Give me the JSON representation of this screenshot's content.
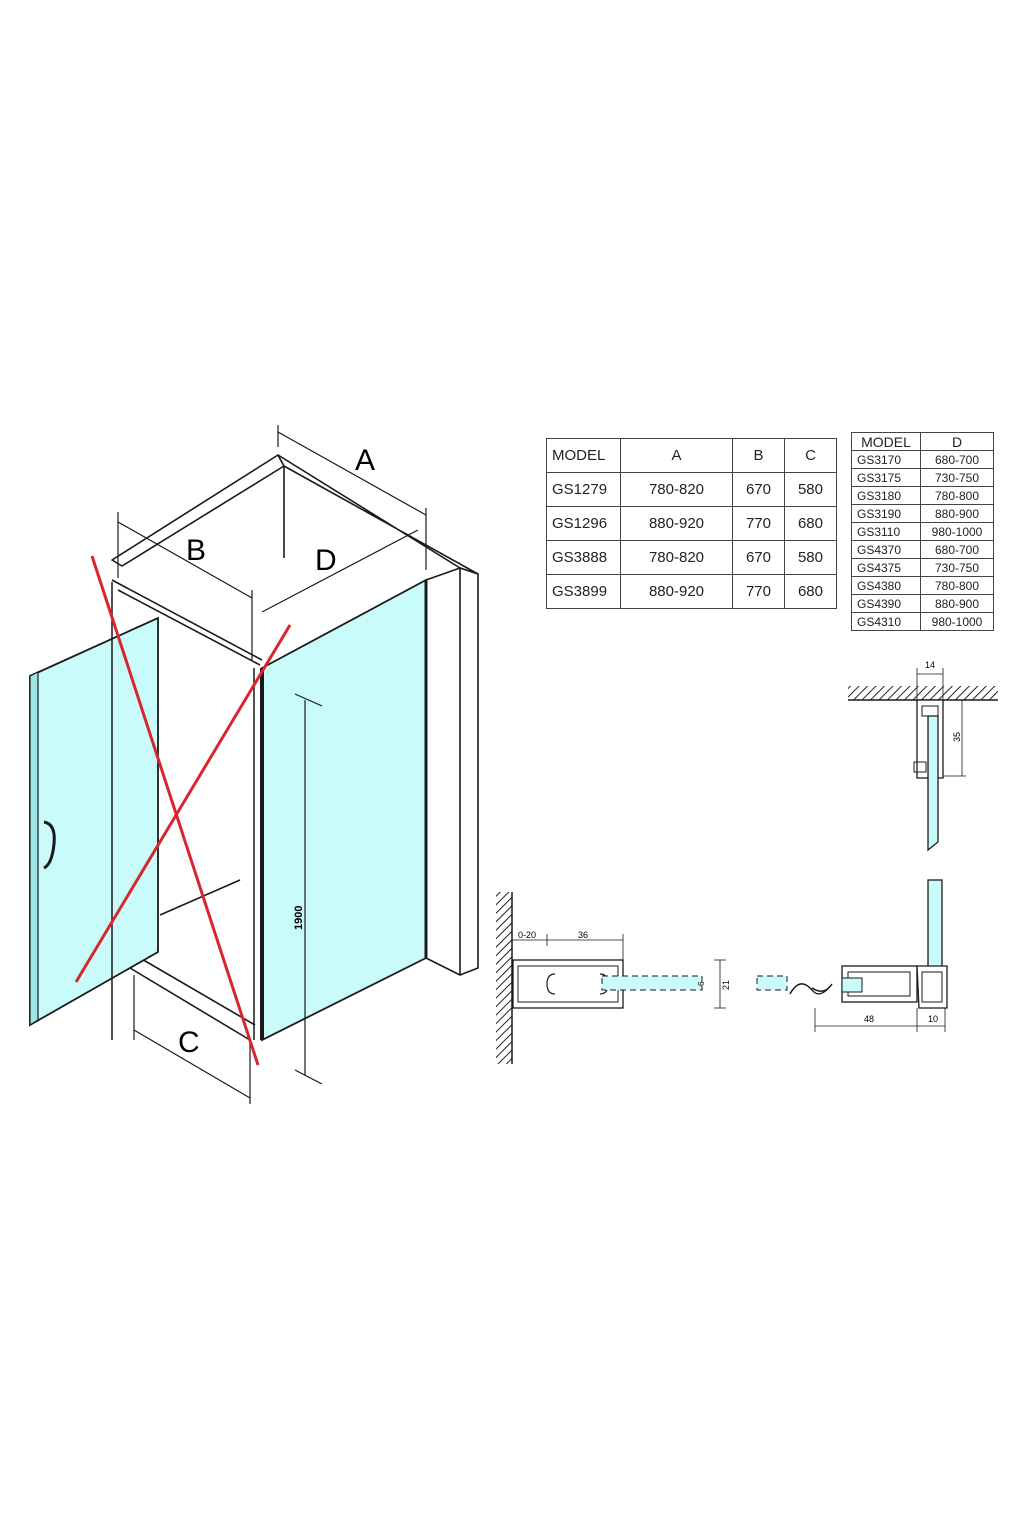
{
  "dimension_labels": {
    "A": "A",
    "B": "B",
    "C": "C",
    "D": "D",
    "height": "1900"
  },
  "table_main": {
    "headers": [
      "MODEL",
      "A",
      "B",
      "C"
    ],
    "rows": [
      [
        "GS1279",
        "780-820",
        "670",
        "580"
      ],
      [
        "GS1296",
        "880-920",
        "770",
        "680"
      ],
      [
        "GS3888",
        "780-820",
        "670",
        "580"
      ],
      [
        "GS3899",
        "880-920",
        "770",
        "680"
      ]
    ]
  },
  "table_d": {
    "headers": [
      "MODEL",
      "D"
    ],
    "rows": [
      [
        "GS3170",
        "680-700"
      ],
      [
        "GS3175",
        "730-750"
      ],
      [
        "GS3180",
        "780-800"
      ],
      [
        "GS3190",
        "880-900"
      ],
      [
        "GS3110",
        "980-1000"
      ],
      [
        "GS4370",
        "680-700"
      ],
      [
        "GS4375",
        "730-750"
      ],
      [
        "GS4380",
        "780-800"
      ],
      [
        "GS4390",
        "880-900"
      ],
      [
        "GS4310",
        "980-1000"
      ]
    ]
  },
  "profile_dims": {
    "top_width": "14",
    "top_height": "35",
    "wall_gap": "0-20",
    "wall_profile": "36",
    "glass": "6",
    "profile_height": "21",
    "corner_width": "48",
    "corner_end": "10"
  },
  "colors": {
    "glass": "#c9fbfb",
    "cross_out": "#d8262e",
    "line": "#1a1a1a"
  }
}
